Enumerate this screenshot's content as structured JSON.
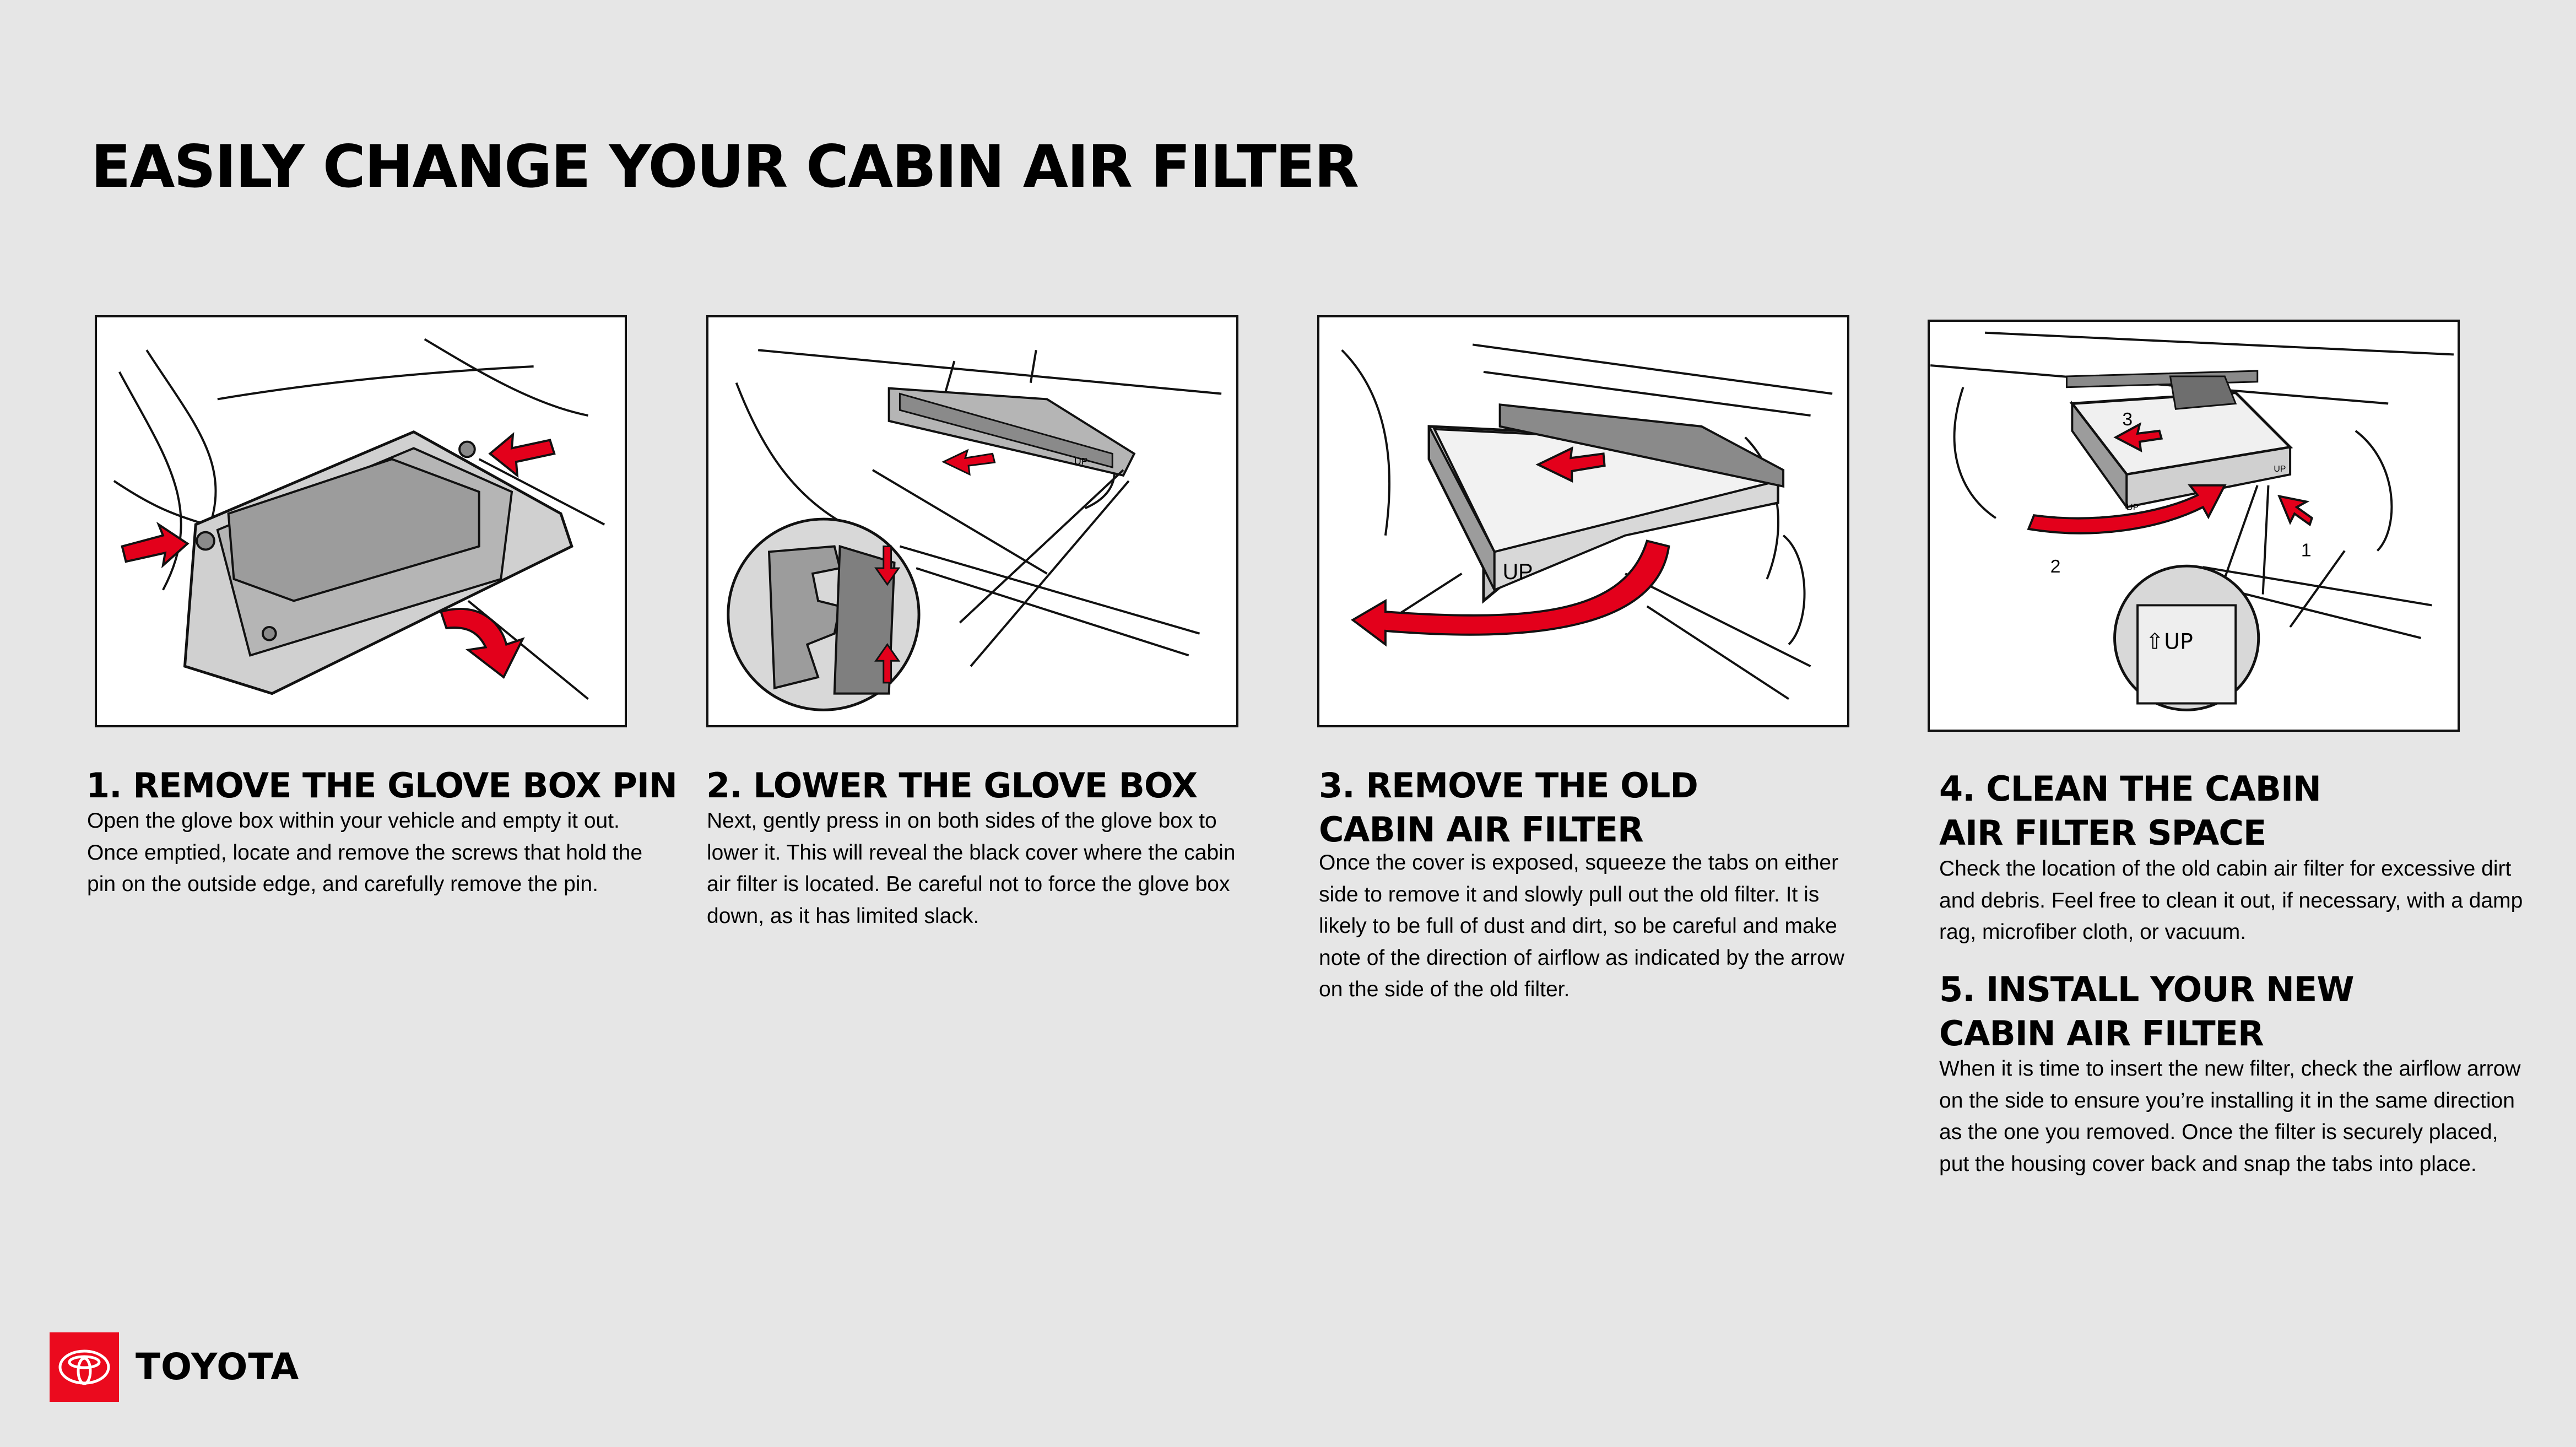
{
  "title": "EASILY CHANGE YOUR CABIN AIR FILTER",
  "steps": [
    {
      "heading": "1.  REMOVE THE GLOVE BOX PIN",
      "body": "Open the glove box within your vehicle and empty it out. Once emptied, locate and remove the screws that hold the pin on the outside edge, and carefully remove the pin."
    },
    {
      "heading": "2. LOWER THE GLOVE BOX",
      "body": "Next, gently press in on both sides of the glove box to lower it. This will reveal the black cover where the cabin air filter is located. Be careful not to force the glove box down, as it has limited slack."
    },
    {
      "heading": "3. REMOVE THE OLD\nCABIN AIR FILTER",
      "body": " Once the cover is exposed, squeeze the tabs on either side to remove it and slowly pull out the old filter. It is likely to be full of dust and dirt, so be careful and make note of the direction of airflow as indicated by the arrow on the side of the old filter."
    },
    {
      "heading": "4. CLEAN THE CABIN\nAIR FILTER SPACE",
      "body": "Check the location of the old cabin air filter for excessive dirt and debris. Feel free to clean it out, if necessary, with a damp rag, microfiber cloth, or vacuum."
    },
    {
      "heading": "5. INSTALL YOUR NEW\nCABIN AIR FILTER",
      "body": "When it is time to insert the new filter, check the airflow arrow on the side to ensure you’re installing it in the same direction as the one you removed. Once the filter is securely placed, put the housing cover back and snap the tabs into place."
    }
  ],
  "illustration_labels": {
    "up": "UP",
    "up_arrow": "⇧UP",
    "num1": "1",
    "num2": "2",
    "num3": "3"
  },
  "brand": {
    "name": "TOYOTA",
    "logo_color": "#eb0a1e"
  },
  "colors": {
    "arrow_red": "#e3001b",
    "background": "#e6e6e6"
  }
}
